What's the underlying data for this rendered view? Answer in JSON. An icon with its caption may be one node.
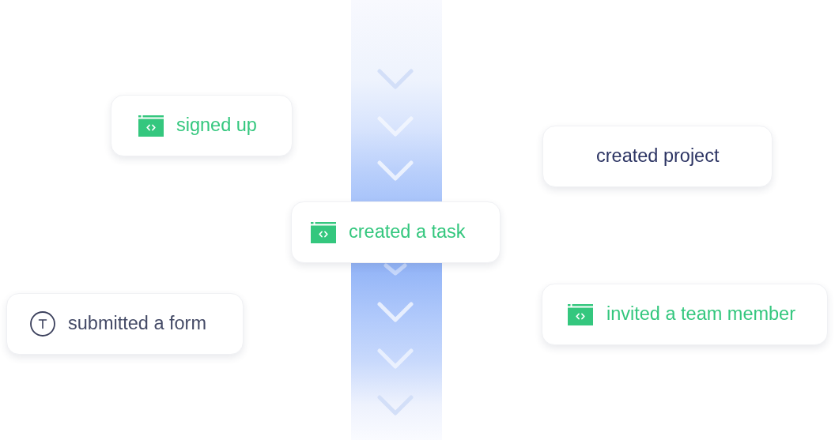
{
  "diagram": {
    "nodes": [
      {
        "text": [
          "signed up"
        ]
      },
      {
        "text": [
          "created project"
        ]
      },
      {
        "text": [
          "created a task"
        ]
      },
      {
        "text": [
          "submitted a form"
        ]
      },
      {
        "text": [
          "invited a team member"
        ]
      }
    ]
  }
}
